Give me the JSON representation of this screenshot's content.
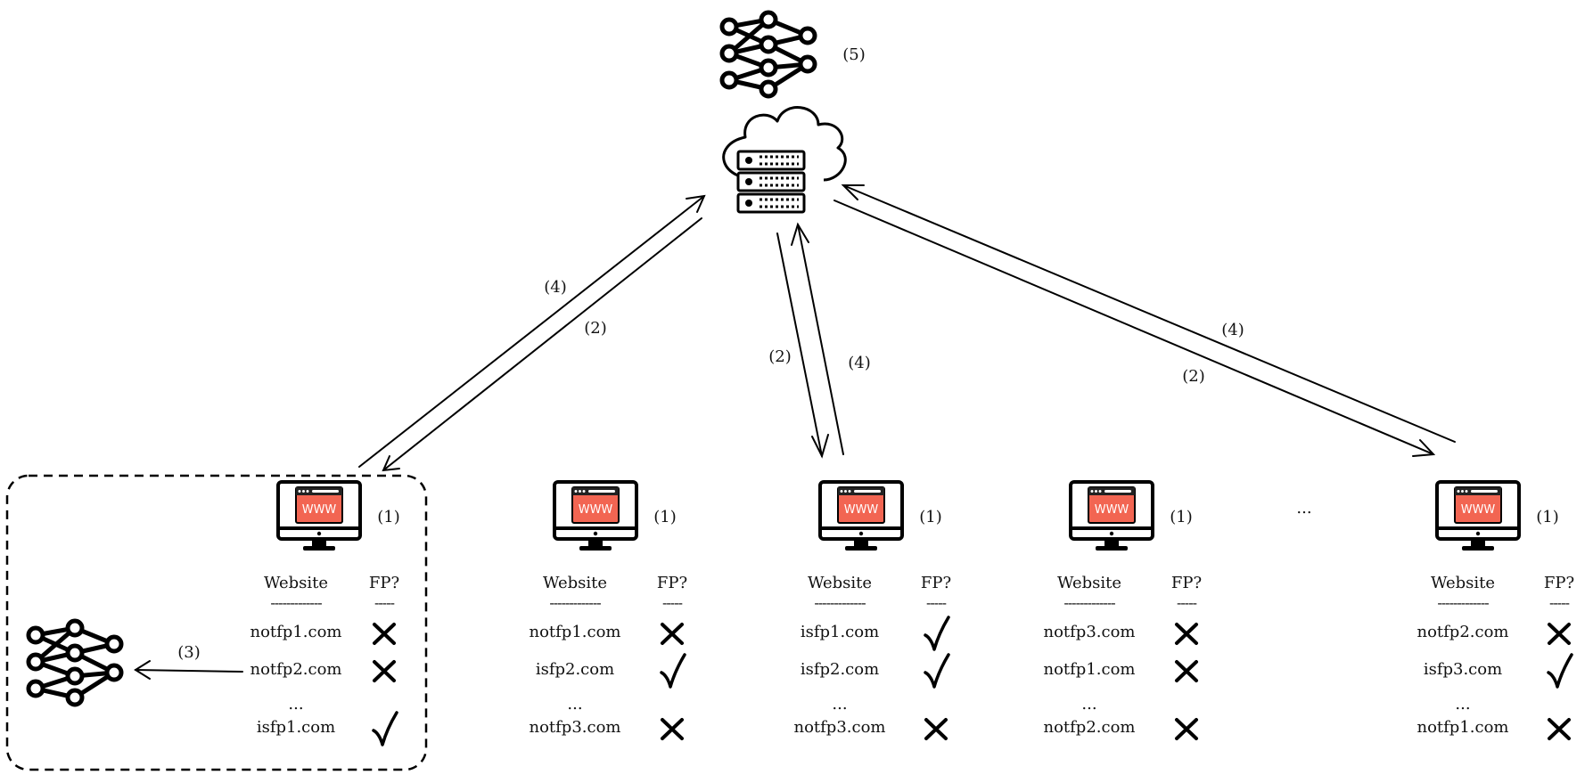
{
  "cloud": {
    "step": "(5)"
  },
  "arrow_labels": [
    {
      "id": "c1-up",
      "text": "(4)"
    },
    {
      "id": "c1-down",
      "text": "(2)"
    },
    {
      "id": "c3-down",
      "text": "(2)"
    },
    {
      "id": "c3-up",
      "text": "(4)"
    },
    {
      "id": "c5-up",
      "text": "(4)"
    },
    {
      "id": "c5-down",
      "text": "(2)"
    },
    {
      "id": "local",
      "text": "(3)"
    }
  ],
  "ellipsis_between_clients": "...",
  "clients": [
    {
      "step": "(1)",
      "header_site": "Website",
      "header_fp": "FP?",
      "dash_site": "-------------",
      "dash_fp": "-----",
      "rows": [
        {
          "site": "notfp1.com",
          "fp": "no"
        },
        {
          "site": "notfp2.com",
          "fp": "no"
        },
        {
          "site": "...",
          "fp": ""
        },
        {
          "site": "isfp1.com",
          "fp": "yes"
        }
      ]
    },
    {
      "step": "(1)",
      "header_site": "Website",
      "header_fp": "FP?",
      "dash_site": "-------------",
      "dash_fp": "-----",
      "rows": [
        {
          "site": "notfp1.com",
          "fp": "no"
        },
        {
          "site": "isfp2.com",
          "fp": "yes"
        },
        {
          "site": "...",
          "fp": ""
        },
        {
          "site": "notfp3.com",
          "fp": "no"
        }
      ]
    },
    {
      "step": "(1)",
      "header_site": "Website",
      "header_fp": "FP?",
      "dash_site": "-------------",
      "dash_fp": "-----",
      "rows": [
        {
          "site": "isfp1.com",
          "fp": "yes"
        },
        {
          "site": "isfp2.com",
          "fp": "yes"
        },
        {
          "site": "...",
          "fp": ""
        },
        {
          "site": "notfp3.com",
          "fp": "no"
        }
      ]
    },
    {
      "step": "(1)",
      "header_site": "Website",
      "header_fp": "FP?",
      "dash_site": "-------------",
      "dash_fp": "-----",
      "rows": [
        {
          "site": "notfp3.com",
          "fp": "no"
        },
        {
          "site": "notfp1.com",
          "fp": "no"
        },
        {
          "site": "...",
          "fp": ""
        },
        {
          "site": "notfp2.com",
          "fp": "no"
        }
      ]
    },
    {
      "step": "(1)",
      "header_site": "Website",
      "header_fp": "FP?",
      "dash_site": "-------------",
      "dash_fp": "-----",
      "rows": [
        {
          "site": "notfp2.com",
          "fp": "no"
        },
        {
          "site": "isfp3.com",
          "fp": "yes"
        },
        {
          "site": "...",
          "fp": ""
        },
        {
          "site": "notfp1.com",
          "fp": "no"
        }
      ]
    }
  ],
  "icons": {
    "monitor": "monitor-www-icon",
    "server": "cloud-server-icon",
    "network": "neural-network-icon",
    "yes": "checkmark-icon",
    "no": "cross-icon"
  },
  "colors": {
    "www_screen": "#f26552",
    "ink": "#000000"
  },
  "monitor_screen_text": "WWW"
}
